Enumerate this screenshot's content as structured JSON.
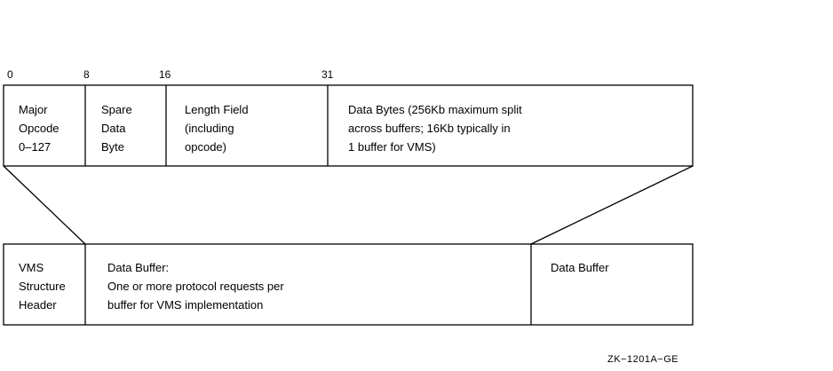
{
  "bit_positions": [
    "0",
    "8",
    "16",
    "31"
  ],
  "top_row": {
    "major_opcode": [
      "Major",
      "Opcode",
      "0–127"
    ],
    "spare_data_byte": [
      "Spare",
      "Data",
      "Byte"
    ],
    "length_field": [
      "Length Field",
      "(including",
      "opcode)"
    ],
    "data_bytes": [
      "Data Bytes (256Kb maximum split",
      "across buffers; 16Kb typically in",
      "1 buffer for VMS)"
    ]
  },
  "bottom_row": {
    "vms_header": [
      "VMS",
      "Structure",
      "Header"
    ],
    "data_buffer_main": [
      "Data Buffer:",
      "One or more protocol requests per",
      "buffer for VMS implementation"
    ],
    "data_buffer_next": [
      "Data Buffer"
    ]
  },
  "figure_id": "ZK−1201A−GE"
}
